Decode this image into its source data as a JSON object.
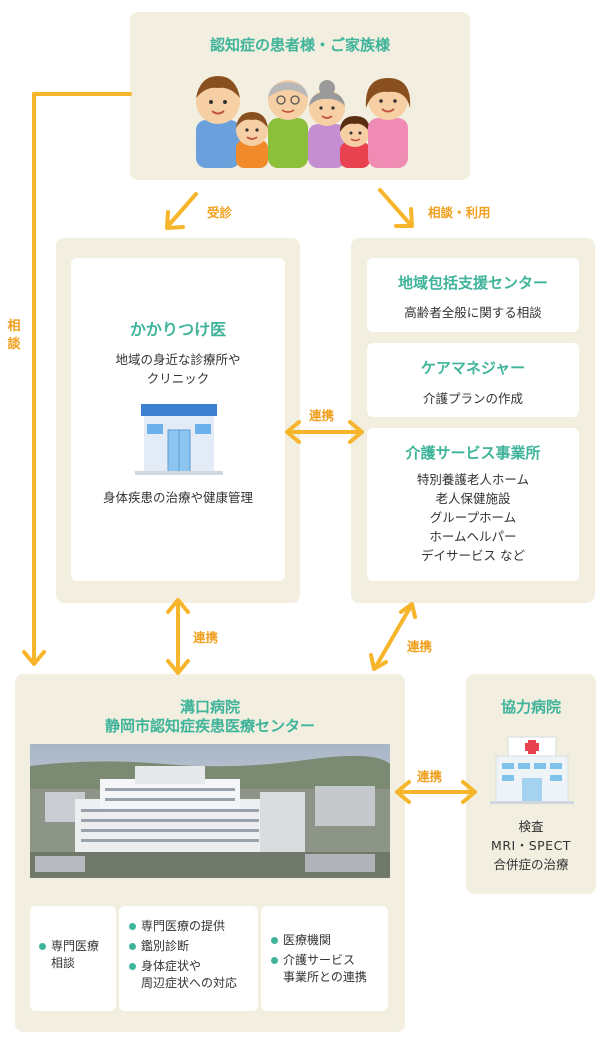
{
  "family": {
    "title": "認知症の患者様・ご家族様"
  },
  "arrows": {
    "jushin": "受診",
    "soudan_riyou": "相談・利用",
    "soudan_v": "相談",
    "renkei_1": "連携",
    "renkei_2": "連携",
    "renkei_3": "連携",
    "renkei_4": "連携"
  },
  "kakaritsuke": {
    "title": "かかりつけ医",
    "desc_lines": [
      "地域の身近な診療所や",
      "クリニック"
    ],
    "bottom": "身体疾患の治療や健康管理"
  },
  "services": [
    {
      "title": "地域包括支援センター",
      "lines": [
        "高齢者全般に関する相談"
      ]
    },
    {
      "title": "ケアマネジャー",
      "lines": [
        "介護プランの作成"
      ]
    },
    {
      "title": "介護サービス事業所",
      "lines": [
        "特別養護老人ホーム",
        "老人保健施設",
        "グループホーム",
        "ホームヘルパー",
        "デイサービス など"
      ]
    }
  ],
  "hospital": {
    "title_1": "溝口病院",
    "title_2": "静岡市認知症疾患医療センター",
    "col1": [
      "専門医療\n相談"
    ],
    "col2": [
      "専門医療の提供",
      "鑑別診断",
      "身体症状や\n周辺症状への対応"
    ],
    "col3": [
      "医療機関",
      "介護サービス\n事業所との連携"
    ]
  },
  "partner": {
    "title": "協力病院",
    "lines": [
      "検査",
      "MRI・SPECT",
      "合併症の治療"
    ]
  },
  "colors": {
    "accent": "#3fb49a",
    "arrow": "#f6b52a",
    "panel": "#f2efe1"
  }
}
